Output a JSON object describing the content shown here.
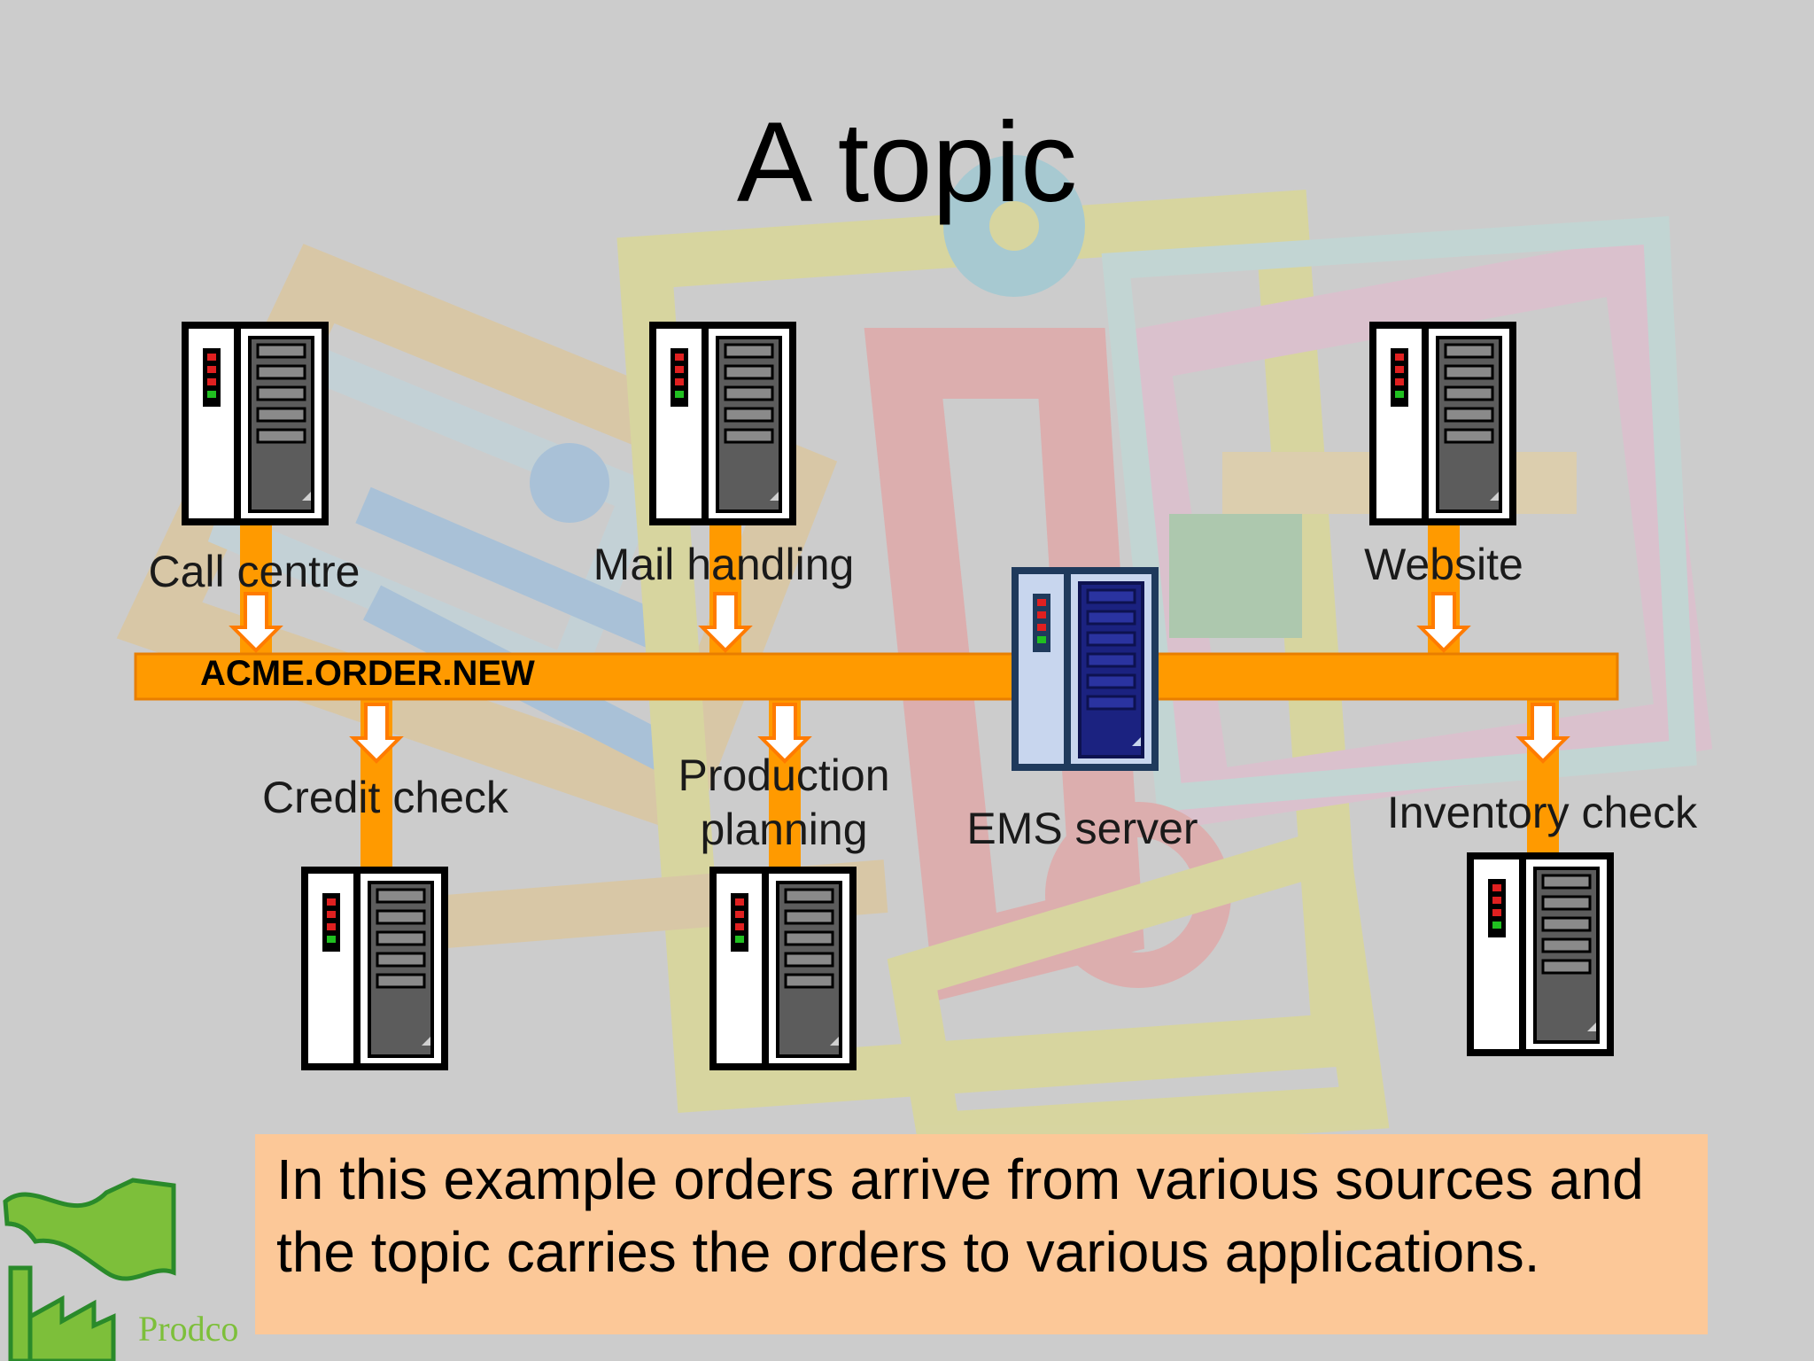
{
  "slide": {
    "title": "A topic",
    "topic_name": "ACME.ORDER.NEW",
    "caption": "In this example orders arrive from various sources and the topic carries the orders to various applications.",
    "logo_text": "Prodco"
  },
  "nodes": {
    "call_centre": "Call centre",
    "mail_handling": "Mail handling",
    "website": "Website",
    "credit_check": "Credit check",
    "production_planning_line1": "Production",
    "production_planning_line2": "planning",
    "ems_server": "EMS server",
    "inventory_check": "Inventory check"
  },
  "icons": {
    "server": "server-tower-icon",
    "ems": "ems-server-icon",
    "logo": "factory-flag-logo-icon"
  },
  "colors": {
    "background": "#cccccc",
    "topic_bar": "#ff9a00",
    "topic_bar_border": "#e87e00",
    "caption_bg": "#fcc898",
    "logo_green": "#7dbf3a",
    "ems_blue": "#1f2b7a"
  }
}
